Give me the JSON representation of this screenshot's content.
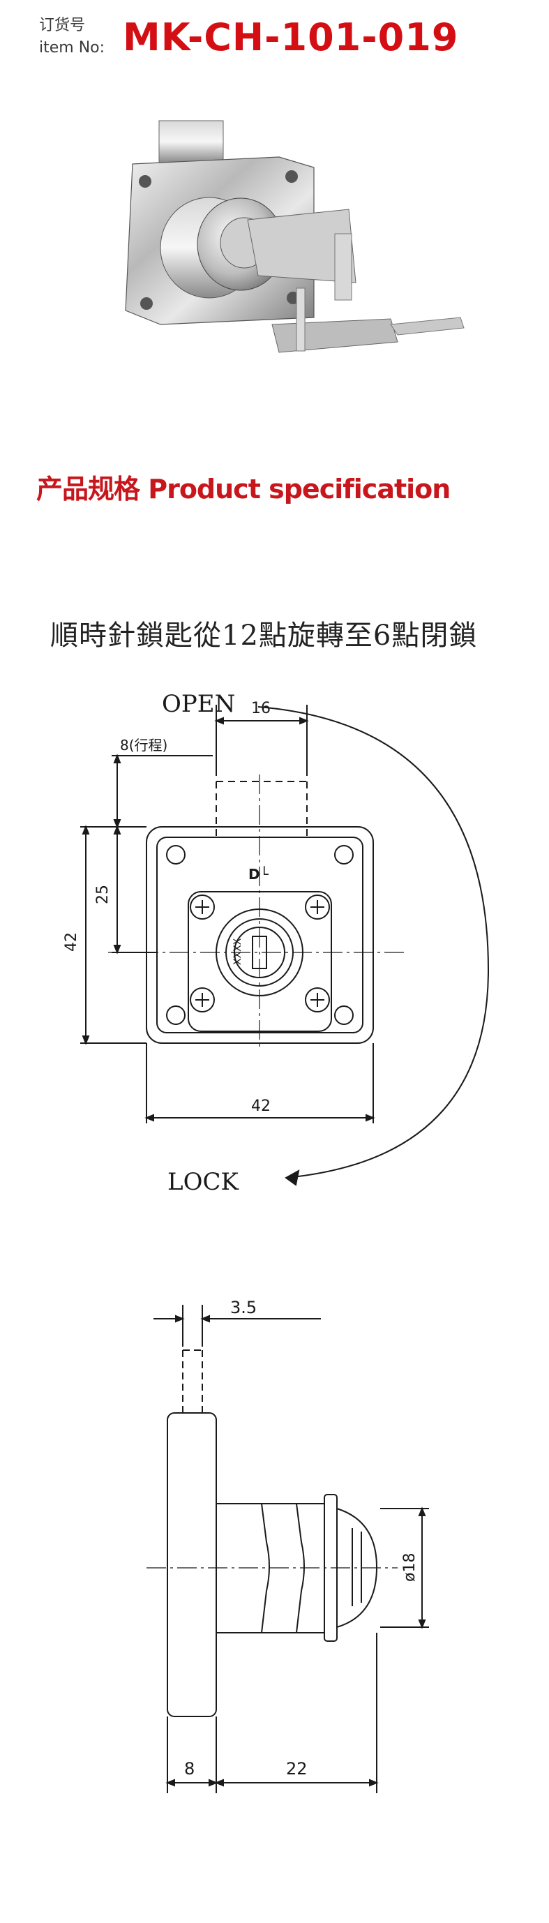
{
  "header": {
    "label_zh": "订货号",
    "label_en": "item No:",
    "item_number": "MK-CH-101-019"
  },
  "photo": {
    "icon": "cabinet-lock-with-keys-photo"
  },
  "spec_section": {
    "title": "产品规格 Product specification"
  },
  "rotation_note": "順時針鎖匙從12點旋轉至6點閉鎖",
  "front_view": {
    "open_label": "OPEN",
    "lock_label": "LOCK",
    "dim_stroke": "8(行程)",
    "dim_bolt_width": "16",
    "dim_height_25": "25",
    "dim_height_42": "42",
    "dim_width_42": "42",
    "cylinder_mark": "XXXX",
    "body_mark": "D└"
  },
  "side_view": {
    "dim_bolt": "3.5",
    "dim_diameter": "ø18",
    "dim_plate": "8",
    "dim_length": "22"
  },
  "colors": {
    "accent_red": "#d40f14",
    "line": "#1a1a1a"
  }
}
